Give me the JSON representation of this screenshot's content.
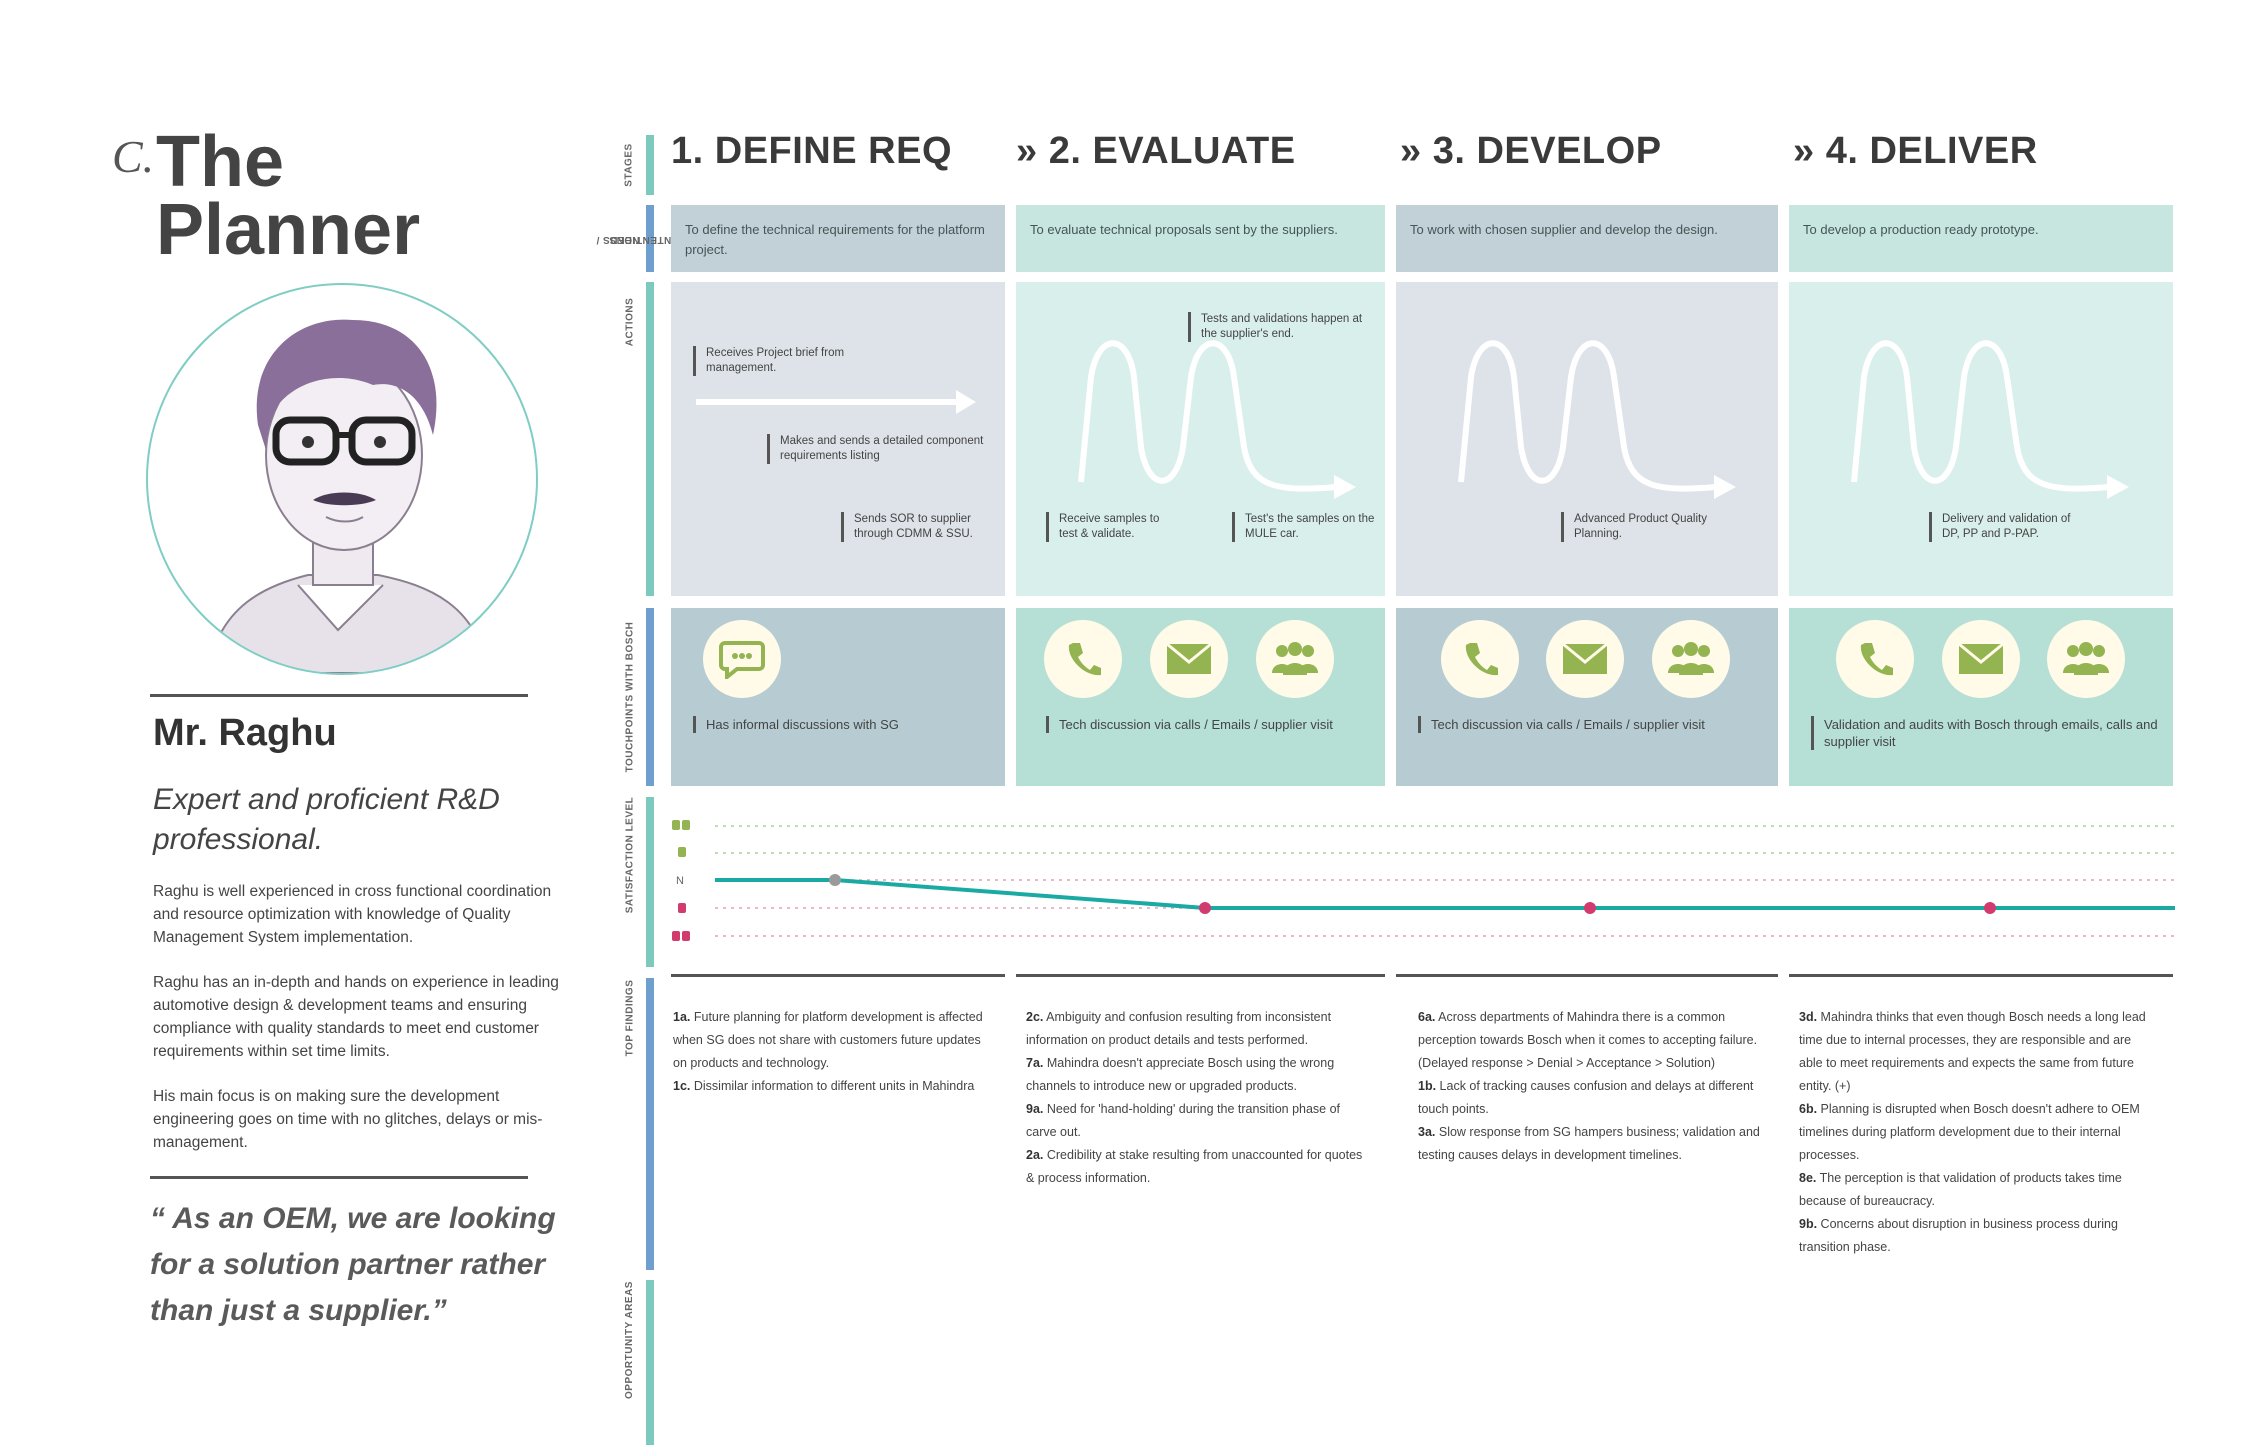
{
  "persona": {
    "letter": "C.",
    "title_line1": "The",
    "title_line2": "Planner",
    "name": "Mr. Raghu",
    "role": "Expert and proficient R&D professional.",
    "desc1": "Raghu is well experienced in cross functional coordination and resource optimization with knowledge of Quality Management System implementation.",
    "desc2": "Raghu has an in-depth and hands on experience in leading automotive design & development teams and ensuring compliance with quality standards to meet end customer requirements within set time limits.",
    "desc3": "His main focus is on making sure the development engineering goes on time with no glitches, delays or mis-management.",
    "quote": "“ As an OEM, we are looking for a solution partner rather than just a supplier.”"
  },
  "row_labels": {
    "stages": "STAGES",
    "needs_1": "NEEDS /",
    "needs_2": "INTENTIONS",
    "actions": "ACTIONS",
    "touchpoints": "TOUCHPOINTS WITH BOSCH",
    "satisfaction": "SATISFACTION LEVEL",
    "findings": "TOP FINDINGS",
    "opportunity": "OPPORTUNITY AREAS"
  },
  "stages": [
    {
      "title": "1. DEFINE REQ",
      "need": "To define the technical requirements for the platform project.",
      "actions": [
        "Receives Project brief from management.",
        "Makes and sends a detailed component requirements listing",
        "Sends SOR to supplier through CDMM & SSU."
      ],
      "touchpoint": "Has informal discussions with SG",
      "touch_icons": [
        "chat-icon"
      ],
      "findings": "<b>1a.</b> Future planning for platform development is affected when SG does not share with customers future updates on products and technology.<br><b>1c.</b> Dissimilar information to different units in Mahindra"
    },
    {
      "title": "» 2. EVALUATE",
      "need": "To evaluate technical proposals sent by the suppliers.",
      "actions": [
        "Tests and validations happen at the supplier's end.",
        "Receive samples to test & validate.",
        "Test's the samples on the MULE car."
      ],
      "touchpoint": "Tech discussion via calls / Emails / supplier visit",
      "touch_icons": [
        "phone-icon",
        "mail-icon",
        "group-icon"
      ],
      "findings": "<b>2c.</b> Ambiguity and confusion resulting from inconsistent information on product details and tests performed.<br><b>7a.</b> Mahindra doesn't appreciate Bosch using the wrong channels to introduce new or upgraded products.<br><b>9a.</b> Need for 'hand-holding' during the transition phase of carve out.<br><b>2a.</b> Credibility at stake resulting from unaccounted for quotes & process information."
    },
    {
      "title": "» 3. DEVELOP",
      "need": "To work with chosen supplier and develop the design.",
      "actions": [
        "Advanced Product Quality Planning."
      ],
      "touchpoint": "Tech discussion via calls / Emails / supplier visit",
      "touch_icons": [
        "phone-icon",
        "mail-icon",
        "group-icon"
      ],
      "findings": "<b>6a.</b> Across departments of Mahindra there is a common perception towards Bosch when it comes to accepting failure. (Delayed response > Denial > Acceptance > Solution)<br><b>1b.</b> Lack of tracking causes confusion and delays at different touch points.<br><b>3a.</b> Slow response from SG hampers business; validation and testing causes delays in development timelines."
    },
    {
      "title": "» 4. DELIVER",
      "need": "To develop a production ready prototype.",
      "actions": [
        "Delivery and validation of DP, PP and P-PAP."
      ],
      "touchpoint": "Validation and audits with Bosch through emails, calls and supplier visit",
      "touch_icons": [
        "phone-icon",
        "mail-icon",
        "group-icon"
      ],
      "findings": "<b>3d.</b> Mahindra thinks that even though Bosch needs a long lead time due to internal processes, they are responsible and are able to meet requirements and expects the same from future entity. (+)<br><b>6b.</b> Planning is disrupted when Bosch doesn't adhere to OEM timelines during platform development due to their internal processes.<br><b>8e.</b> The perception is that validation of products takes time because of bureaucracy.<br><b>9b.</b> Concerns about disruption in business process during transition phase."
    }
  ],
  "satisfaction": {
    "neutral_label": "N",
    "levels": [
      "very-positive",
      "positive",
      "neutral",
      "negative",
      "very-negative"
    ],
    "points": [
      "neutral",
      "negative",
      "negative",
      "negative"
    ]
  },
  "colors": {
    "teal": "#7cc9bd",
    "blue": "#6f9fce",
    "gray_panel": "#dde3e8",
    "mint_panel": "#d9efeb",
    "need_gray": "#c2d1d7",
    "need_mint": "#c7e6e0",
    "touch_gray": "#b6ccd2",
    "touch_mint": "#b6dfd6",
    "icon_green": "#93b450",
    "line": "#1aa9a3",
    "marker": "#d13b6e"
  }
}
